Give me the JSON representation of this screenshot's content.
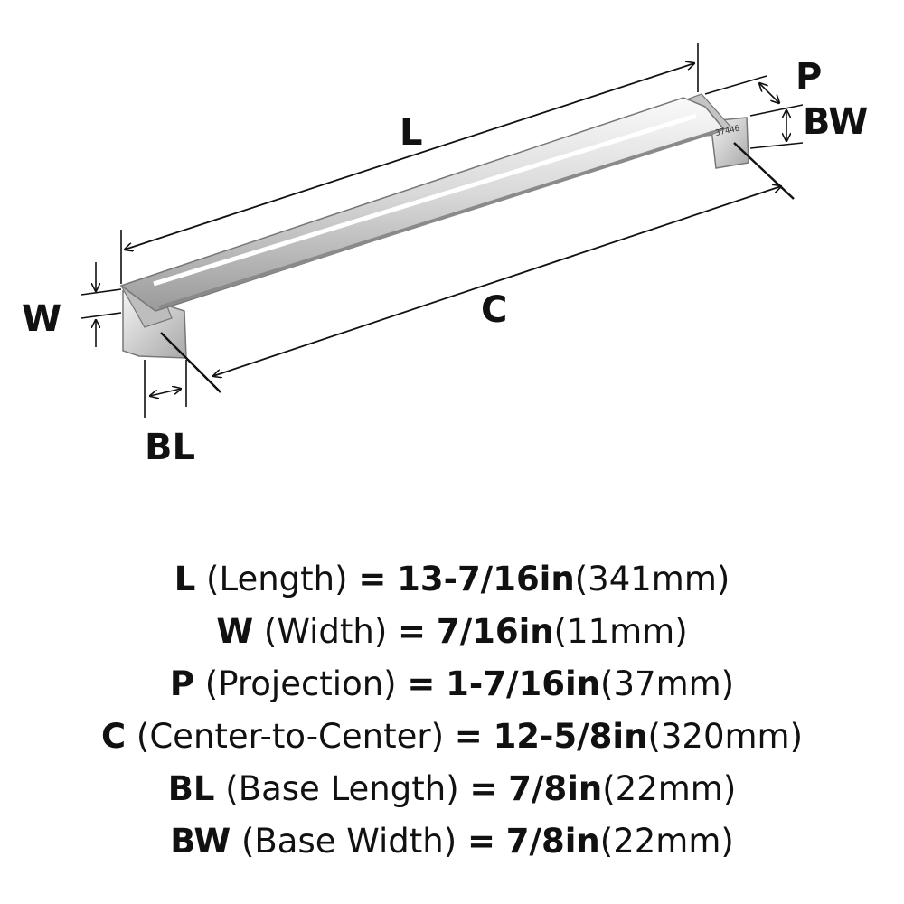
{
  "diagram": {
    "labels": {
      "L": "L",
      "P": "P",
      "BW": "BW",
      "W": "W",
      "C": "C",
      "BL": "BL"
    },
    "part_number": "37446",
    "colors": {
      "ink": "#111111",
      "metal_light": "#f2f2f2",
      "metal_mid": "#c9c9c9",
      "metal_dark": "#8c8c8c"
    }
  },
  "specs": [
    {
      "code": "L",
      "name": "(Length)",
      "eq": "=",
      "imperial": "13-7/16in",
      "metric": "(341mm)"
    },
    {
      "code": "W",
      "name": "(Width)",
      "eq": "=",
      "imperial": "7/16in",
      "metric": "(11mm)"
    },
    {
      "code": "P",
      "name": "(Projection)",
      "eq": "=",
      "imperial": "1-7/16in",
      "metric": "(37mm)"
    },
    {
      "code": "C",
      "name": "(Center-to-Center)",
      "eq": "=",
      "imperial": "12-5/8in",
      "metric": "(320mm)"
    },
    {
      "code": "BL",
      "name": "(Base Length)",
      "eq": "=",
      "imperial": "7/8in",
      "metric": "(22mm)"
    },
    {
      "code": "BW",
      "name": "(Base Width)",
      "eq": "=",
      "imperial": "7/8in",
      "metric": "(22mm)"
    }
  ]
}
